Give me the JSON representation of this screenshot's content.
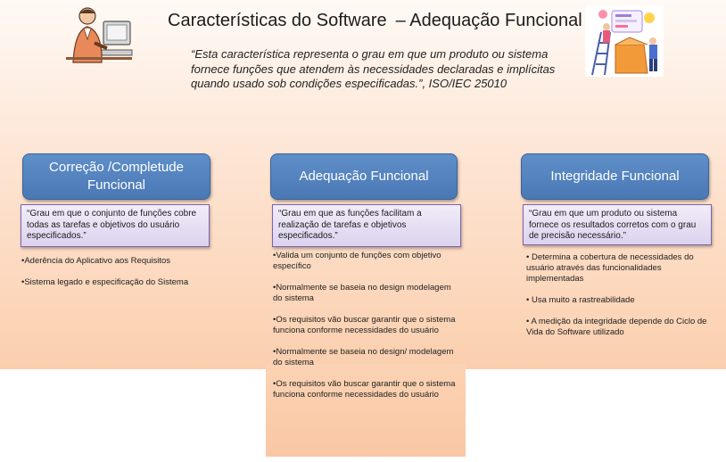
{
  "header": {
    "title": "Características do Software",
    "title_suffix": "– Adequação Funcional",
    "quote": "“Esta característica representa o grau em que um produto ou sistema fornece funções que atendem às necessidades declaradas e implícitas quando usado sob condições especificadas.”, ISO/IEC 25010",
    "left_icon": "person-at-computer-icon",
    "right_icon": "team-building-icon"
  },
  "columns": [
    {
      "title": "Correção /Completude Funcional",
      "definition": "“Grau em que o conjunto de funções cobre todas as tarefas e objetivos do usuário especificados.”",
      "bullets": [
        "•Aderência do Aplicativo aos Requisitos",
        "•Sistema legado e especificação do Sistema"
      ]
    },
    {
      "title": "Adequação Funcional",
      "definition": "“Grau em que as funções facilitam a realização de tarefas e objetivos especificados.”",
      "bullets": [
        "•Valida um conjunto de funções com objetivo específico",
        "•Normalmente se baseia no design modelagem do sistema",
        "•Os requisitos vão buscar garantir que o sistema funciona conforme necessidades do usuário",
        "•Normalmente se baseia no design/ modelagem do sistema",
        "•Os requisitos vão buscar garantir que o sistema funciona conforme necessidades do usuário"
      ]
    },
    {
      "title": "Integridade Funcional",
      "definition": "“Grau em que um produto ou sistema fornece os resultados corretos com o grau de precisão necessário.”",
      "bullets": [
        "• Determina a cobertura de necessidades do usuário através das funcionalidades implementadas",
        "• Usa muito a rastreabilidade",
        "• A medição da integridade depende do Ciclo de Vida do Software utilizado"
      ]
    }
  ],
  "colors": {
    "box_blue": "#4a78b5",
    "definition_border": "#7e62a8",
    "background_peach": "#fbcfae"
  }
}
